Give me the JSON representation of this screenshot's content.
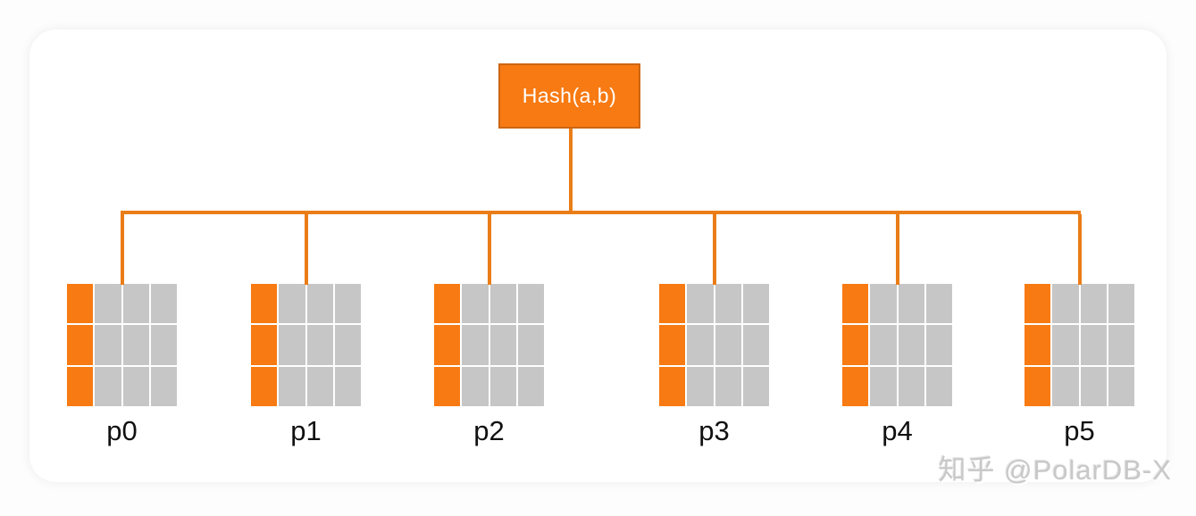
{
  "diagram": {
    "root_label": "Hash(a,b)",
    "partitions": [
      {
        "label": "p0"
      },
      {
        "label": "p1"
      },
      {
        "label": "p2"
      },
      {
        "label": "p3"
      },
      {
        "label": "p4"
      },
      {
        "label": "p5"
      }
    ],
    "grid": {
      "rows": 3,
      "cols": 4,
      "highlight_col": 0
    },
    "colors": {
      "orange": "#f87a12",
      "cell_gray": "#c6c6c6",
      "connector": "#ea7d18",
      "node_border": "#cc6613",
      "label_text": "#111111",
      "watermark_gray": "#c8c8c8"
    }
  },
  "watermark": {
    "text": "知乎 @PolarDB-X"
  }
}
